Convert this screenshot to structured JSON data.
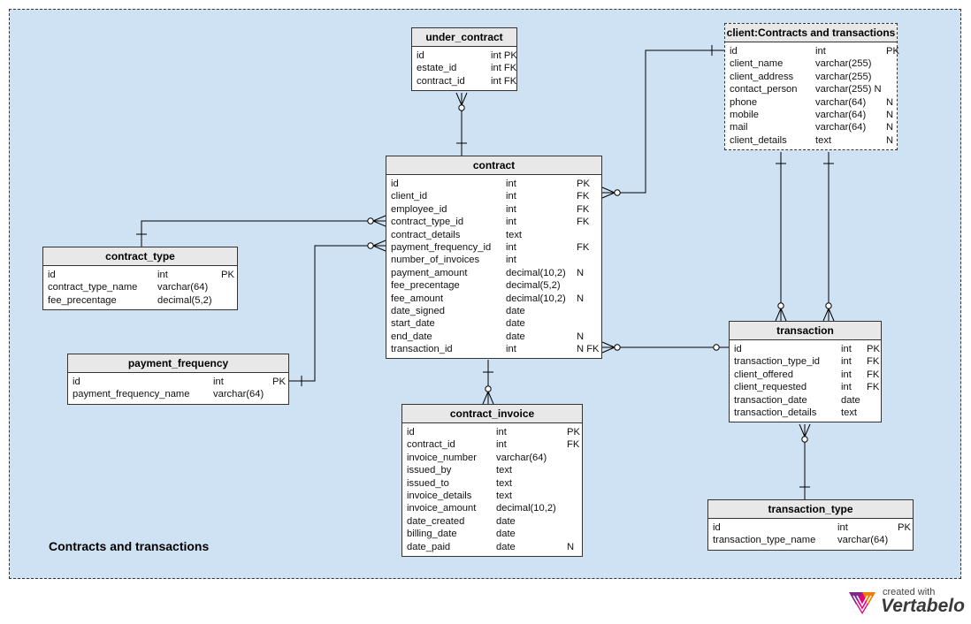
{
  "caption": "Contracts and transactions",
  "brand": {
    "small": "created with",
    "big": "Vertabelo"
  },
  "colors": {
    "area": "#cfe2f3",
    "header": "#e8e8e8",
    "line": "#000000"
  },
  "tables": [
    {
      "key": "under_contract",
      "name": "under_contract",
      "style": "solid",
      "columns": [
        [
          "id",
          "int PK",
          ""
        ],
        [
          "estate_id",
          "int FK",
          ""
        ],
        [
          "contract_id",
          "int FK",
          ""
        ]
      ]
    },
    {
      "key": "client",
      "name": "client:Contracts and transactions",
      "style": "reference",
      "columns": [
        [
          "id",
          "int",
          "PK"
        ],
        [
          "client_name",
          "varchar(255)",
          ""
        ],
        [
          "client_address",
          "varchar(255)",
          ""
        ],
        [
          "contact_person",
          "varchar(255) N",
          ""
        ],
        [
          "phone",
          "varchar(64)",
          "N"
        ],
        [
          "mobile",
          "varchar(64)",
          "N"
        ],
        [
          "mail",
          "varchar(64)",
          "N"
        ],
        [
          "client_details",
          "text",
          "N"
        ]
      ]
    },
    {
      "key": "contract",
      "name": "contract",
      "style": "solid",
      "columns": [
        [
          "id",
          "int",
          "PK"
        ],
        [
          "client_id",
          "int",
          "FK"
        ],
        [
          "employee_id",
          "int",
          "FK"
        ],
        [
          "contract_type_id",
          "int",
          "FK"
        ],
        [
          "contract_details",
          "text",
          ""
        ],
        [
          "payment_frequency_id",
          "int",
          "FK"
        ],
        [
          "number_of_invoices",
          "int",
          ""
        ],
        [
          "payment_amount",
          "decimal(10,2)",
          "N"
        ],
        [
          "fee_precentage",
          "decimal(5,2)",
          ""
        ],
        [
          "fee_amount",
          "decimal(10,2)",
          "N"
        ],
        [
          "date_signed",
          "date",
          ""
        ],
        [
          "start_date",
          "date",
          ""
        ],
        [
          "end_date",
          "date",
          "N"
        ],
        [
          "transaction_id",
          "int",
          "N FK"
        ]
      ]
    },
    {
      "key": "contract_type",
      "name": "contract_type",
      "style": "solid",
      "columns": [
        [
          "id",
          "int",
          "PK"
        ],
        [
          "contract_type_name",
          "varchar(64)",
          ""
        ],
        [
          "fee_precentage",
          "decimal(5,2)",
          ""
        ]
      ]
    },
    {
      "key": "payment_frequency",
      "name": "payment_frequency",
      "style": "solid",
      "columns": [
        [
          "id",
          "int",
          "PK"
        ],
        [
          "payment_frequency_name",
          "varchar(64)",
          ""
        ]
      ]
    },
    {
      "key": "contract_invoice",
      "name": "contract_invoice",
      "style": "solid",
      "columns": [
        [
          "id",
          "int",
          "PK"
        ],
        [
          "contract_id",
          "int",
          "FK"
        ],
        [
          "invoice_number",
          "varchar(64)",
          ""
        ],
        [
          "issued_by",
          "text",
          ""
        ],
        [
          "issued_to",
          "text",
          ""
        ],
        [
          "invoice_details",
          "text",
          ""
        ],
        [
          "invoice_amount",
          "decimal(10,2)",
          ""
        ],
        [
          "date_created",
          "date",
          ""
        ],
        [
          "billing_date",
          "date",
          ""
        ],
        [
          "date_paid",
          "date",
          "N"
        ]
      ]
    },
    {
      "key": "transaction",
      "name": "transaction",
      "style": "solid",
      "columns": [
        [
          "id",
          "int",
          "PK"
        ],
        [
          "transaction_type_id",
          "int",
          "FK"
        ],
        [
          "client_offered",
          "int",
          "FK"
        ],
        [
          "client_requested",
          "int",
          "FK"
        ],
        [
          "transaction_date",
          "date",
          ""
        ],
        [
          "transaction_details",
          "text",
          ""
        ]
      ]
    },
    {
      "key": "transaction_type",
      "name": "transaction_type",
      "style": "solid",
      "columns": [
        [
          "id",
          "int",
          "PK"
        ],
        [
          "transaction_type_name",
          "varchar(64)",
          ""
        ]
      ]
    }
  ],
  "relationships": [
    {
      "from": "contract",
      "to": "under_contract"
    },
    {
      "from": "client",
      "to": "contract"
    },
    {
      "from": "contract_type",
      "to": "contract"
    },
    {
      "from": "payment_frequency",
      "to": "contract"
    },
    {
      "from": "contract",
      "to": "contract_invoice"
    },
    {
      "from": "transaction",
      "to": "contract"
    },
    {
      "from": "client",
      "to": "transaction"
    },
    {
      "from": "client",
      "to": "transaction"
    },
    {
      "from": "transaction_type",
      "to": "transaction"
    }
  ]
}
